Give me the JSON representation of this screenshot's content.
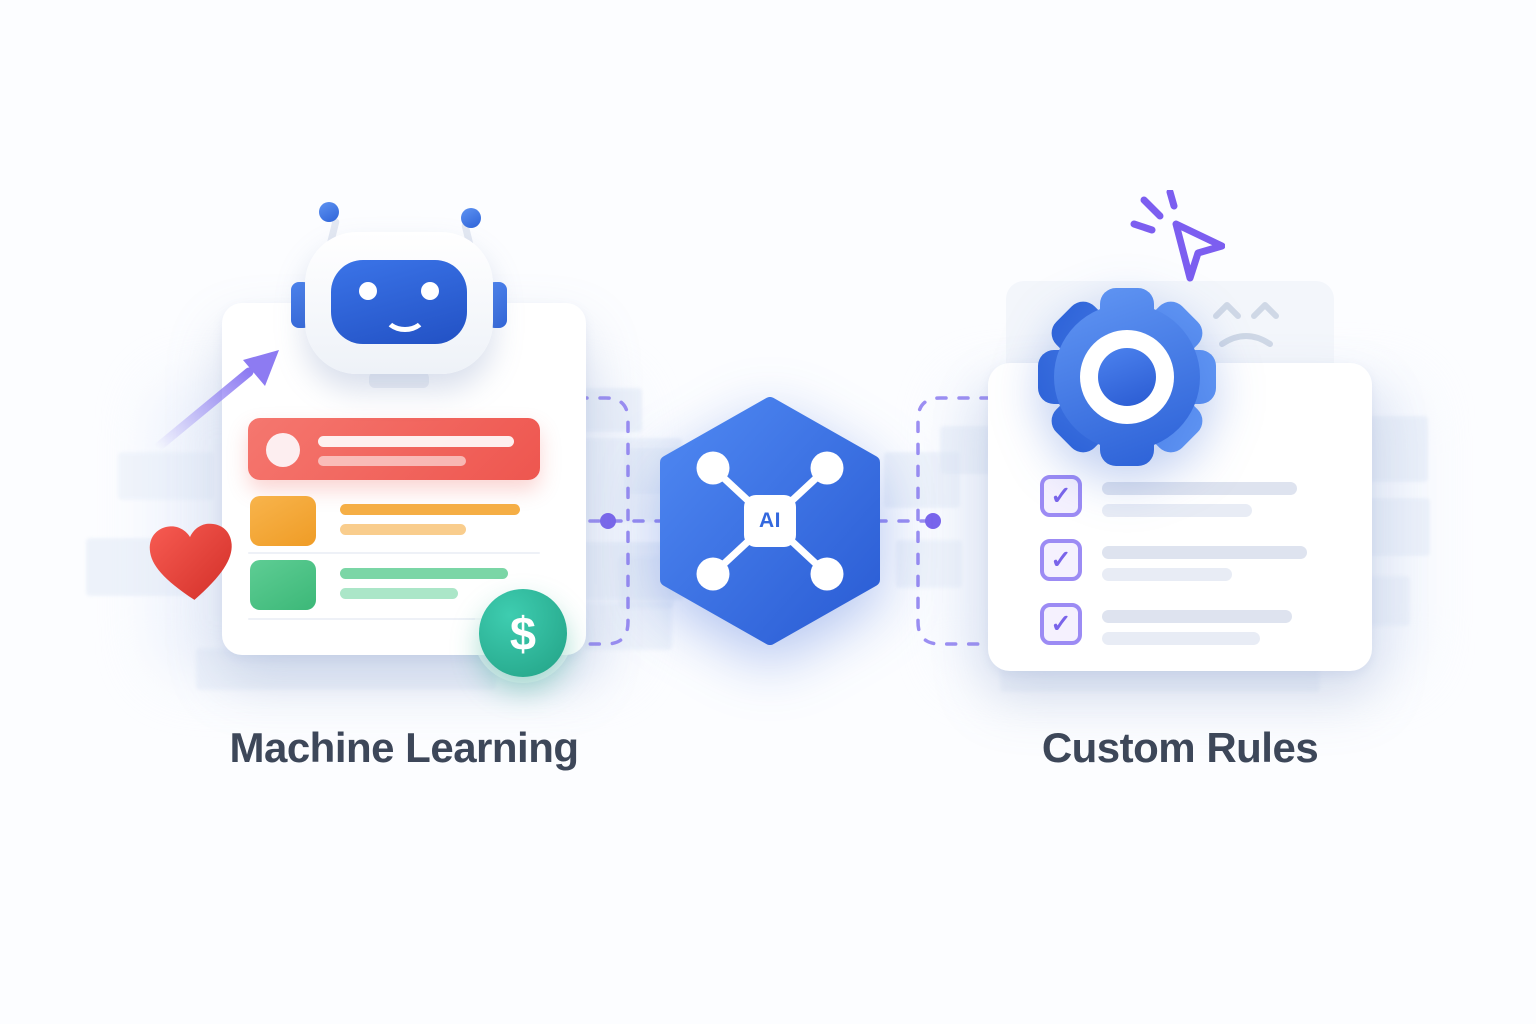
{
  "canvas": {
    "background_color": "#fcfdff",
    "text_color": "#3d4759"
  },
  "left_group": {
    "title": "Machine Learning",
    "coin_symbol": "$",
    "colors": {
      "banner_red": "#ee564f",
      "row_orange": "#f3a236",
      "row_green": "#4cc287",
      "coin_teal": "#2cb497",
      "heart_red": "#e8423a",
      "arrow_purple": "#8d7bf2",
      "robot_blue": "#3a72e6"
    }
  },
  "center_node": {
    "label": "AI",
    "hexagon_color": "#3a73e4",
    "connector_color": "#8b7bf0"
  },
  "right_group": {
    "title": "Custom Rules",
    "check_glyph": "✓",
    "checklist_rows": 3,
    "colors": {
      "gear_blue": "#3c77e8",
      "checkbox_purple": "#9c8bf4",
      "cursor_purple": "#7c5ef0"
    }
  }
}
